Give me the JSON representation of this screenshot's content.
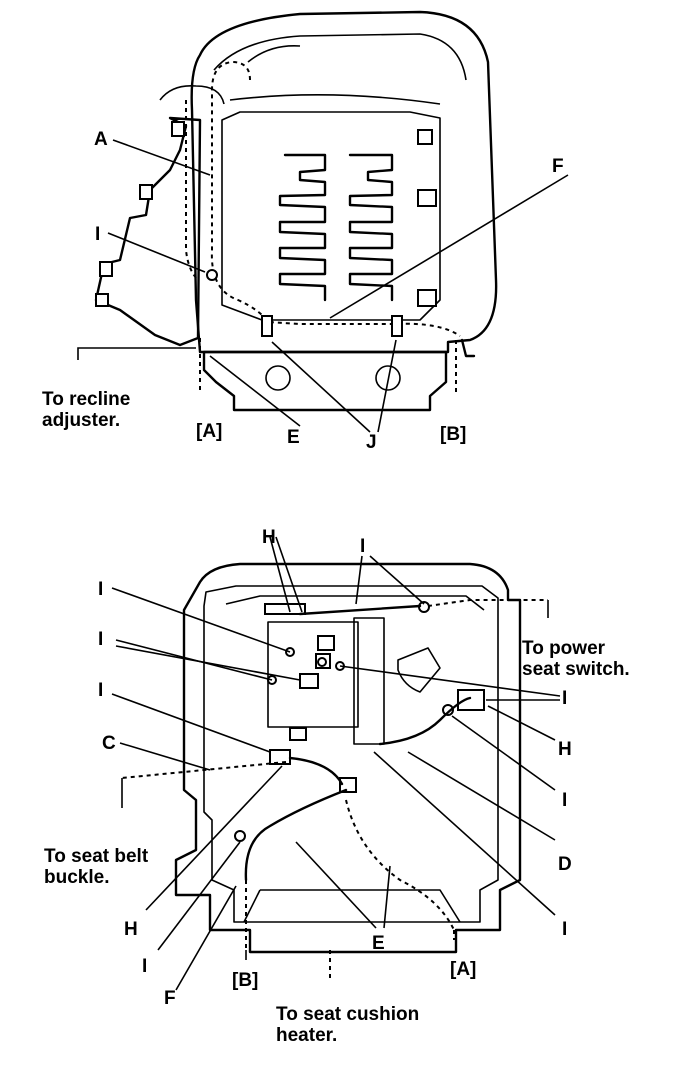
{
  "top_view": {
    "callouts": {
      "A": "A",
      "I": "I",
      "F": "F",
      "E": "E",
      "J": "J",
      "bracket_A": "[A]",
      "bracket_B": "[B]"
    },
    "notes": {
      "recline_line1": "To recline",
      "recline_line2": "adjuster."
    }
  },
  "bottom_view": {
    "callouts": {
      "H_top": "H",
      "I_top": "I",
      "I_left1": "I",
      "I_left2": "I",
      "I_left3": "I",
      "C": "C",
      "I_right": "I",
      "H_right": "H",
      "I_right2": "I",
      "D": "D",
      "I_right3": "I",
      "H_bottom": "H",
      "I_bottom": "I",
      "F": "F",
      "E": "E",
      "bracket_B": "[B]",
      "bracket_A": "[A]"
    },
    "notes": {
      "power_line1": "To power",
      "power_line2": "seat switch.",
      "belt_line1": "To seat belt",
      "belt_line2": "buckle.",
      "heater_line1": "To seat cushion",
      "heater_line2": "heater."
    }
  }
}
